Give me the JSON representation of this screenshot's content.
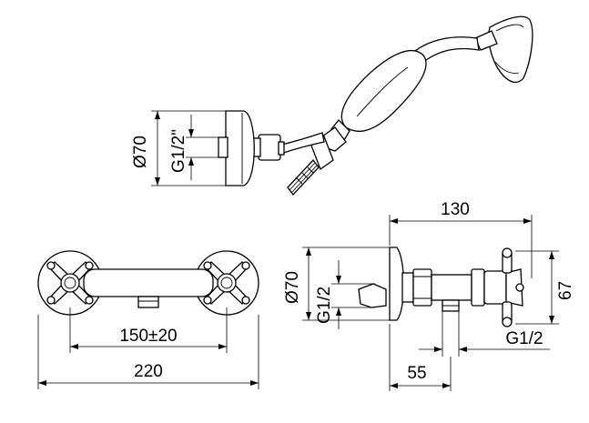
{
  "dimensions": {
    "top_diameter": "Ø70",
    "top_thread": "G1/2\"",
    "front_center_distance": "150±20",
    "front_overall_width": "220",
    "side_depth": "130",
    "side_diameter": "Ø70",
    "side_thread_wall": "G1/2",
    "side_height": "67",
    "side_thread_outlet": "G1/2",
    "side_outlet_offset": "55"
  }
}
